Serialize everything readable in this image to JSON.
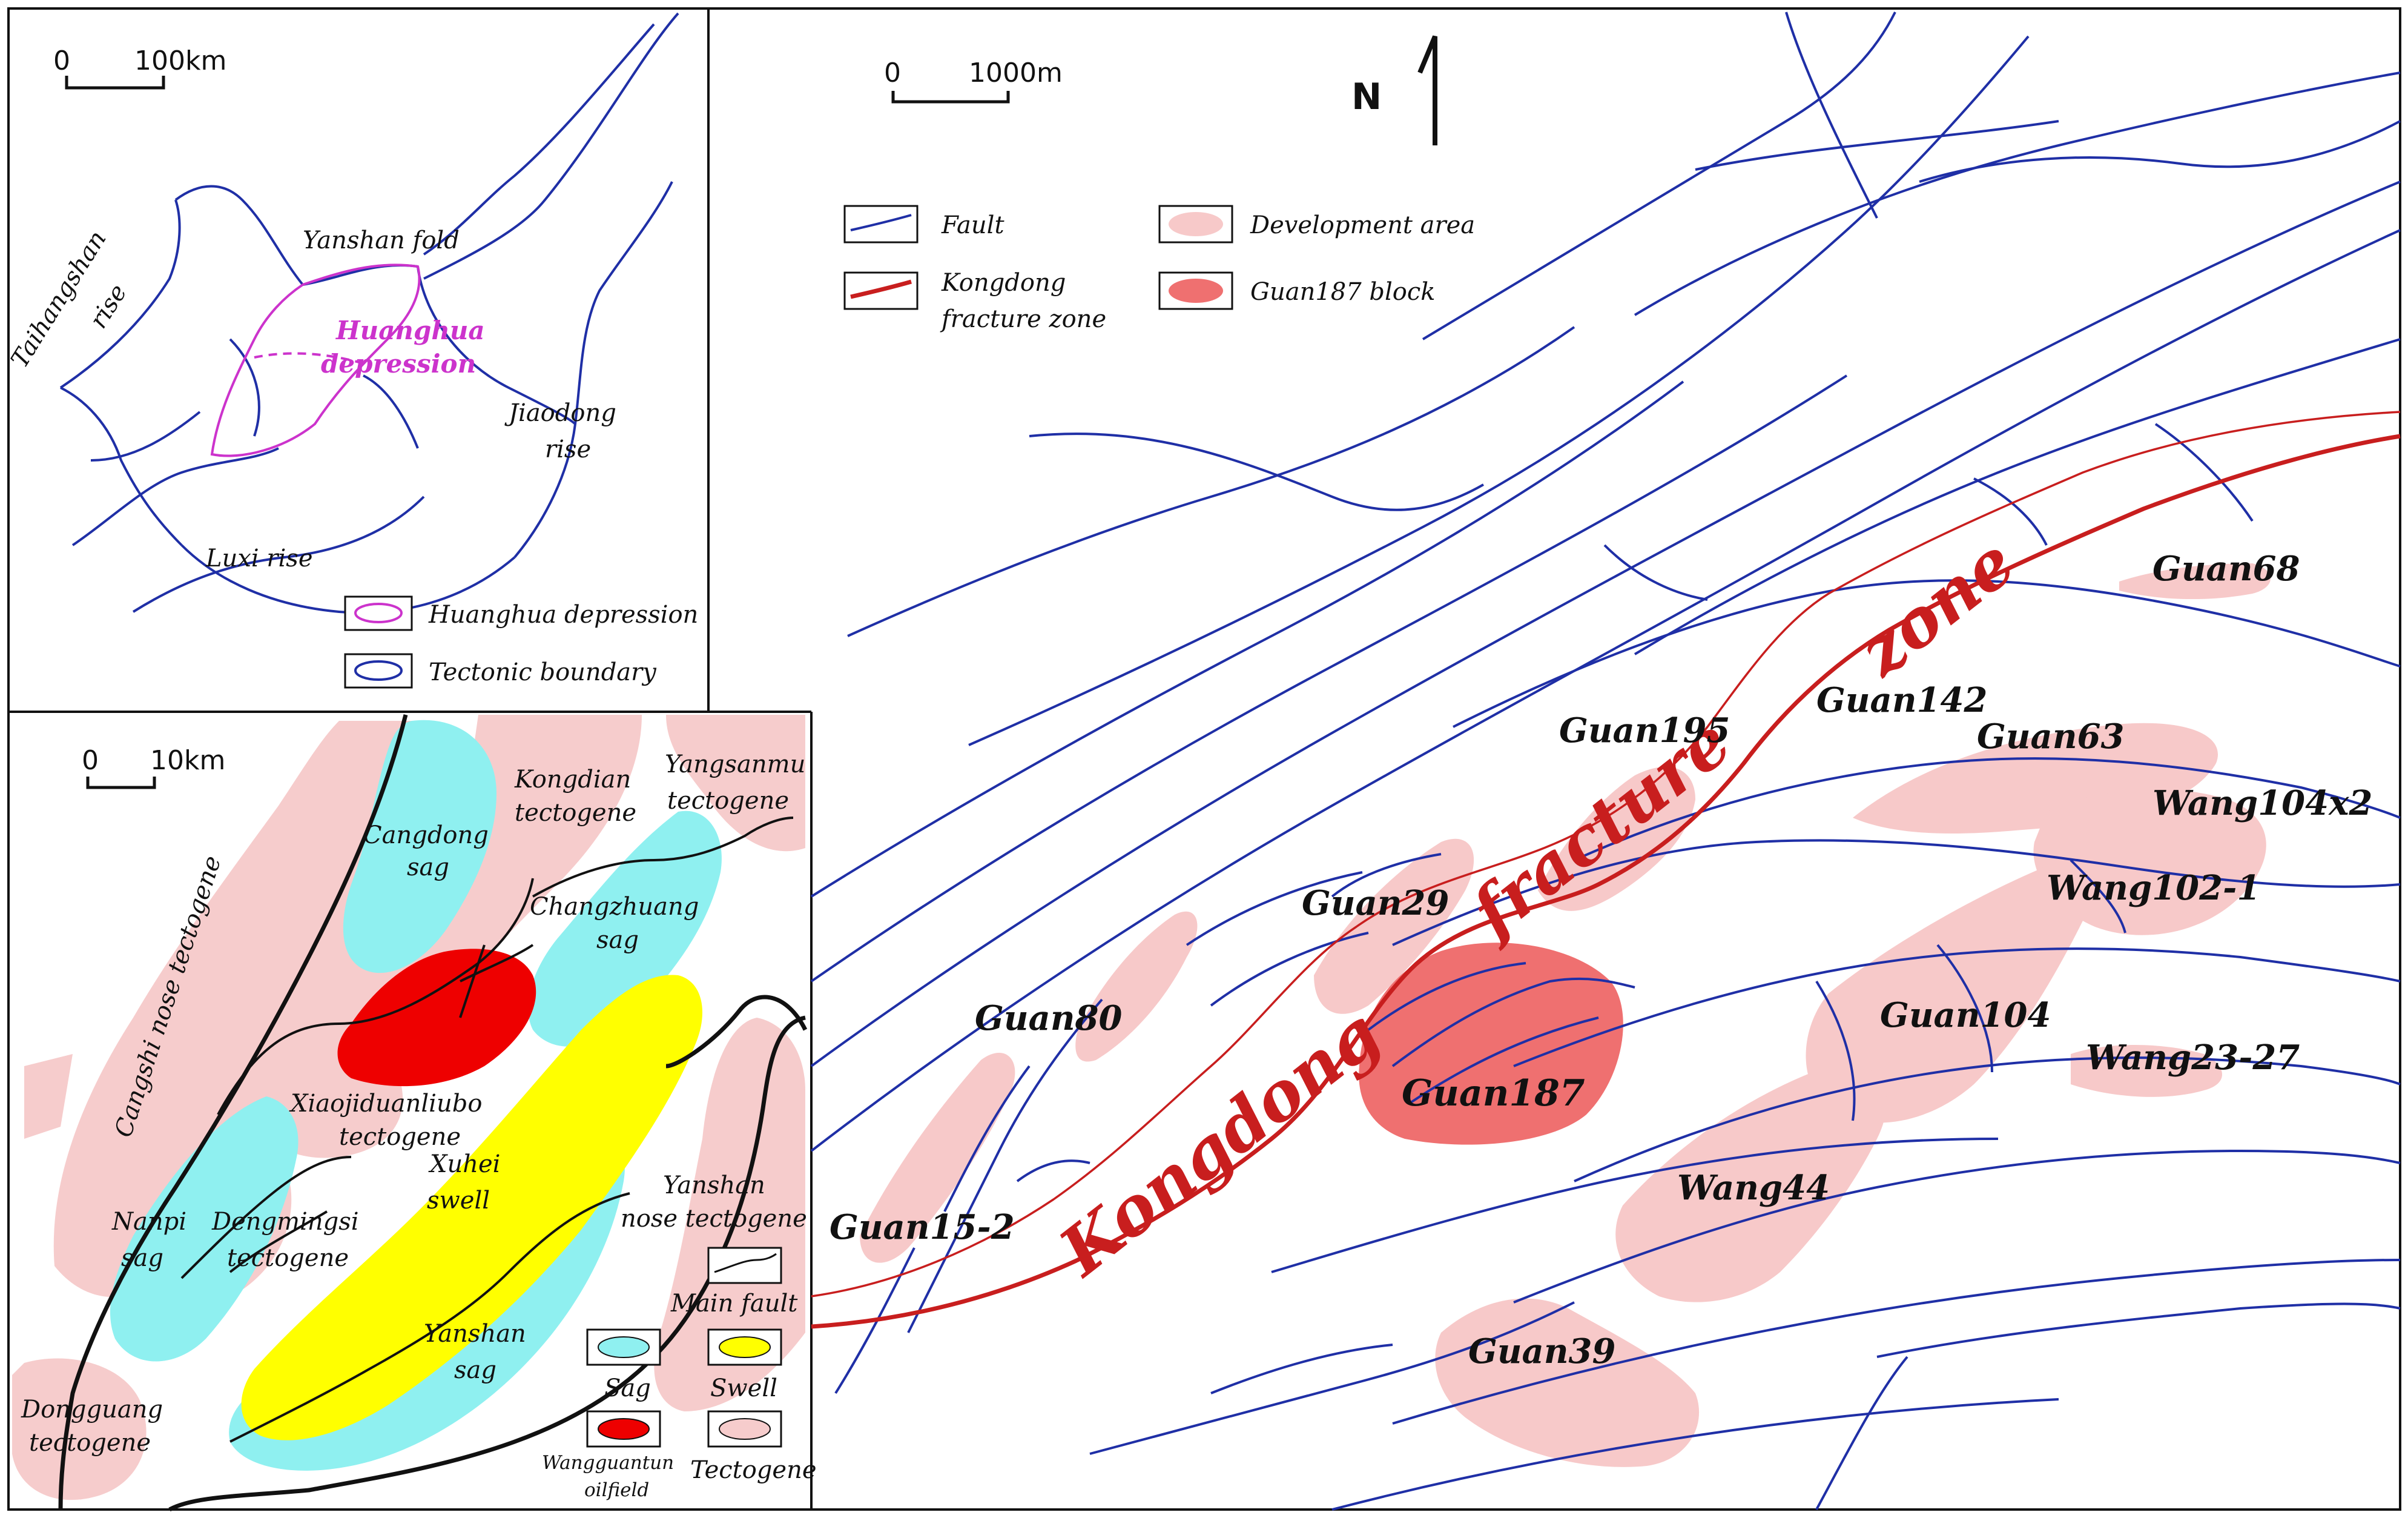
{
  "colors": {
    "fault": "#1f2fa6",
    "fracture_zone": "#c81e1e",
    "development_area": "#f7c9c9",
    "guan187_block": "#ef7070",
    "huanghua": "#cc33cc",
    "sag": "#8ff0f0",
    "swell": "#ffff00",
    "oilfield": "#ee0000",
    "tectogene": "#f6cccc"
  },
  "overview_map": {
    "scale": {
      "zero": "0",
      "value": "100km"
    },
    "labels": {
      "taihangshan": "Taihangshan",
      "taihangshan2": "rise",
      "yanshan_fold": "Yanshan fold",
      "huanghua1": "Huanghua",
      "huanghua2": "depression",
      "jiaodong1": "Jiaodong",
      "jiaodong2": "rise",
      "luxi": "Luxi rise"
    },
    "legend": {
      "huanghua": "Huanghua depression",
      "tectonic": "Tectonic boundary"
    }
  },
  "regional_map": {
    "scale": {
      "zero": "0",
      "value": "10km"
    },
    "labels": {
      "cangdong1": "Cangdong",
      "cangdong2": "sag",
      "kongdian1": "Kongdian",
      "kongdian2": "tectogene",
      "yangsanmu1": "Yangsanmu",
      "yangsanmu2": "tectogene",
      "changzhuang1": "Changzhuang",
      "changzhuang2": "sag",
      "cangshi": "Cangshi nose tectogene",
      "xiaoji1": "Xiaojiduanliubo",
      "xiaoji2": "tectogene",
      "nanpi1": "Nanpi",
      "nanpi2": "sag",
      "dengming1": "Dengmingsi",
      "dengming2": "tectogene",
      "xuhei1": "Xuhei",
      "xuhei2": "swell",
      "yanshan_nose1": "Yanshan",
      "yanshan_nose2": "nose tectogene",
      "yanshan_sag1": "Yanshan",
      "yanshan_sag2": "sag",
      "dongguang1": "Dongguang",
      "dongguang2": "tectogene"
    },
    "legend": {
      "main_fault": "Main fault",
      "sag": "Sag",
      "swell": "Swell",
      "oilfield1": "Wangguantun",
      "oilfield2": "oilfield",
      "tectogene": "Tectogene"
    }
  },
  "main_map": {
    "scale": {
      "zero": "0",
      "value": "1000m"
    },
    "north": "N",
    "legend": {
      "fault": "Fault",
      "development_area": "Development area",
      "fracture1": "Kongdong",
      "fracture2": "fracture zone",
      "guan187": "Guan187 block"
    },
    "zone_words": {
      "kongdong": "Kongdong",
      "fracture": "fracture",
      "zone": "zone"
    },
    "blocks": {
      "guan68": "Guan68",
      "guan142": "Guan142",
      "guan63": "Guan63",
      "guan195": "Guan195",
      "wang104x2": "Wang104x2",
      "wang102_1": "Wang102-1",
      "guan29": "Guan29",
      "guan80": "Guan80",
      "guan104": "Guan104",
      "wang23_27": "Wang23-27",
      "guan187": "Guan187",
      "wang44": "Wang44",
      "guan15_2": "Guan15-2",
      "guan39": "Guan39"
    }
  }
}
